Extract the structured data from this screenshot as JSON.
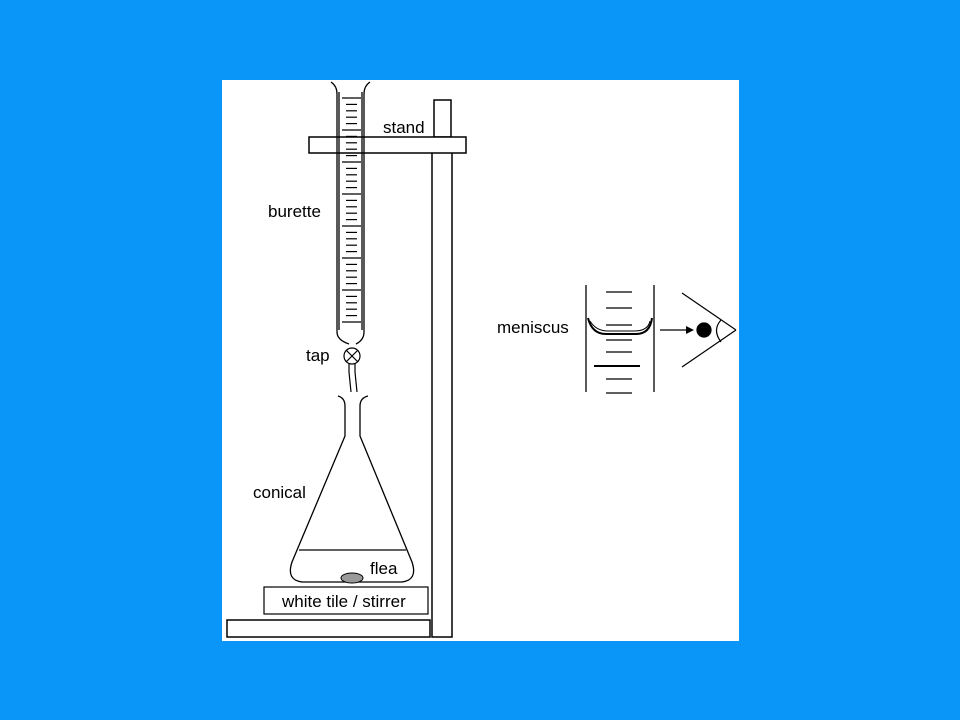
{
  "colors": {
    "background": "#0a96f8",
    "panel": "#ffffff",
    "line": "#000000",
    "flea": "#9a9a9a"
  },
  "labels": {
    "stand": "stand",
    "burette": "burette",
    "tap": "tap",
    "conical": "conical",
    "flea": "flea",
    "tile": "white tile / stirrer",
    "meniscus": "meniscus"
  },
  "icons": {
    "tap": "tap-valve-icon",
    "eye": "eye-icon",
    "flea": "magnetic-flea-icon"
  }
}
